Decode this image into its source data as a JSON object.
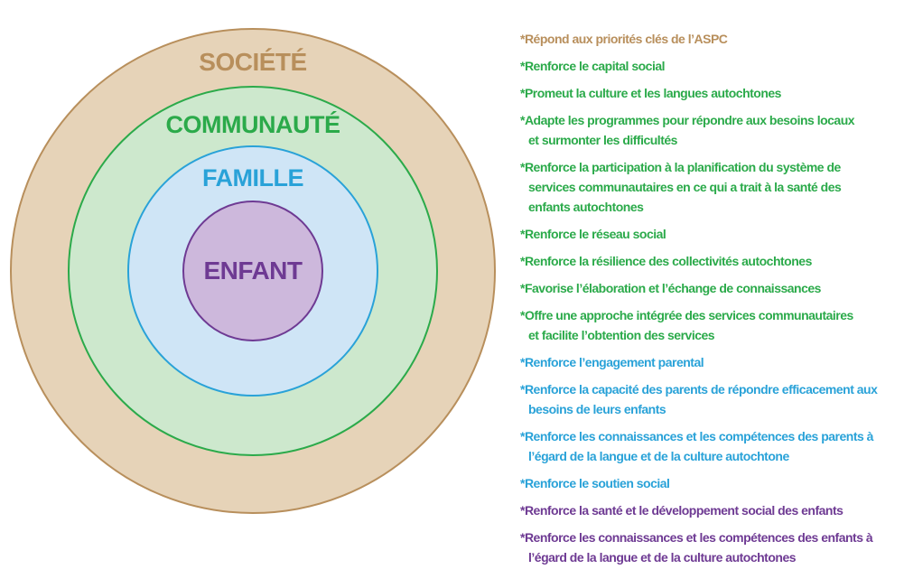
{
  "colors": {
    "societe": "#B88F5C",
    "communaute": "#2BAA4A",
    "famille": "#29A2D8",
    "enfant": "#6E3A93"
  },
  "circles": {
    "societe": {
      "label": "SOCIÉTÉ",
      "fill": "#E6D3B8",
      "stroke": "#B88F5C",
      "text": "#B88F5C"
    },
    "communaute": {
      "label": "COMMUNAUTÉ",
      "fill": "#CDE8CD",
      "stroke": "#2BAA4A",
      "text": "#2BAA4A"
    },
    "famille": {
      "label": "FAMILLE",
      "fill": "#CFE5F6",
      "stroke": "#29A2D8",
      "text": "#29A2D8"
    },
    "enfant": {
      "label": "ENFANT",
      "fill": "#CDB8DC",
      "stroke": "#6E3A93",
      "text": "#6E3A93"
    }
  },
  "legend": [
    {
      "text": "*Répond aux priorités clés de l’ASPC",
      "color": "#B88F5C"
    },
    {
      "text": "*Renforce le capital social",
      "color": "#2BAA4A"
    },
    {
      "text": "*Promeut la culture et les langues autochtones",
      "color": "#2BAA4A"
    },
    {
      "text": "*Adapte les programmes pour répondre aux besoins locaux\net surmonter les difficultés",
      "color": "#2BAA4A"
    },
    {
      "text": "*Renforce la participation à la planification du système de\nservices communautaires en ce qui a trait à la santé des\nenfants autochtones",
      "color": "#2BAA4A"
    },
    {
      "text": "*Renforce le réseau social",
      "color": "#2BAA4A"
    },
    {
      "text": "*Renforce la résilience des collectivités autochtones",
      "color": "#2BAA4A"
    },
    {
      "text": "*Favorise l’élaboration et l’échange de connaissances",
      "color": "#2BAA4A"
    },
    {
      "text": "*Offre une approche intégrée des services communautaires\net facilite l’obtention des services",
      "color": "#2BAA4A"
    },
    {
      "text": "*Renforce l’engagement parental",
      "color": "#29A2D8"
    },
    {
      "text": "*Renforce la capacité des parents de répondre efficacement aux\nbesoins de leurs enfants",
      "color": "#29A2D8"
    },
    {
      "text": "*Renforce les connaissances et les compétences des parents à\nl’égard de la langue et de la culture autochtone",
      "color": "#29A2D8"
    },
    {
      "text": "*Renforce le soutien social",
      "color": "#29A2D8"
    },
    {
      "text": "*Renforce la santé et le développement social des enfants",
      "color": "#6E3A93"
    },
    {
      "text": "*Renforce les connaissances et les compétences des enfants à\nl’égard de la langue et de la culture autochtones",
      "color": "#6E3A93"
    }
  ]
}
